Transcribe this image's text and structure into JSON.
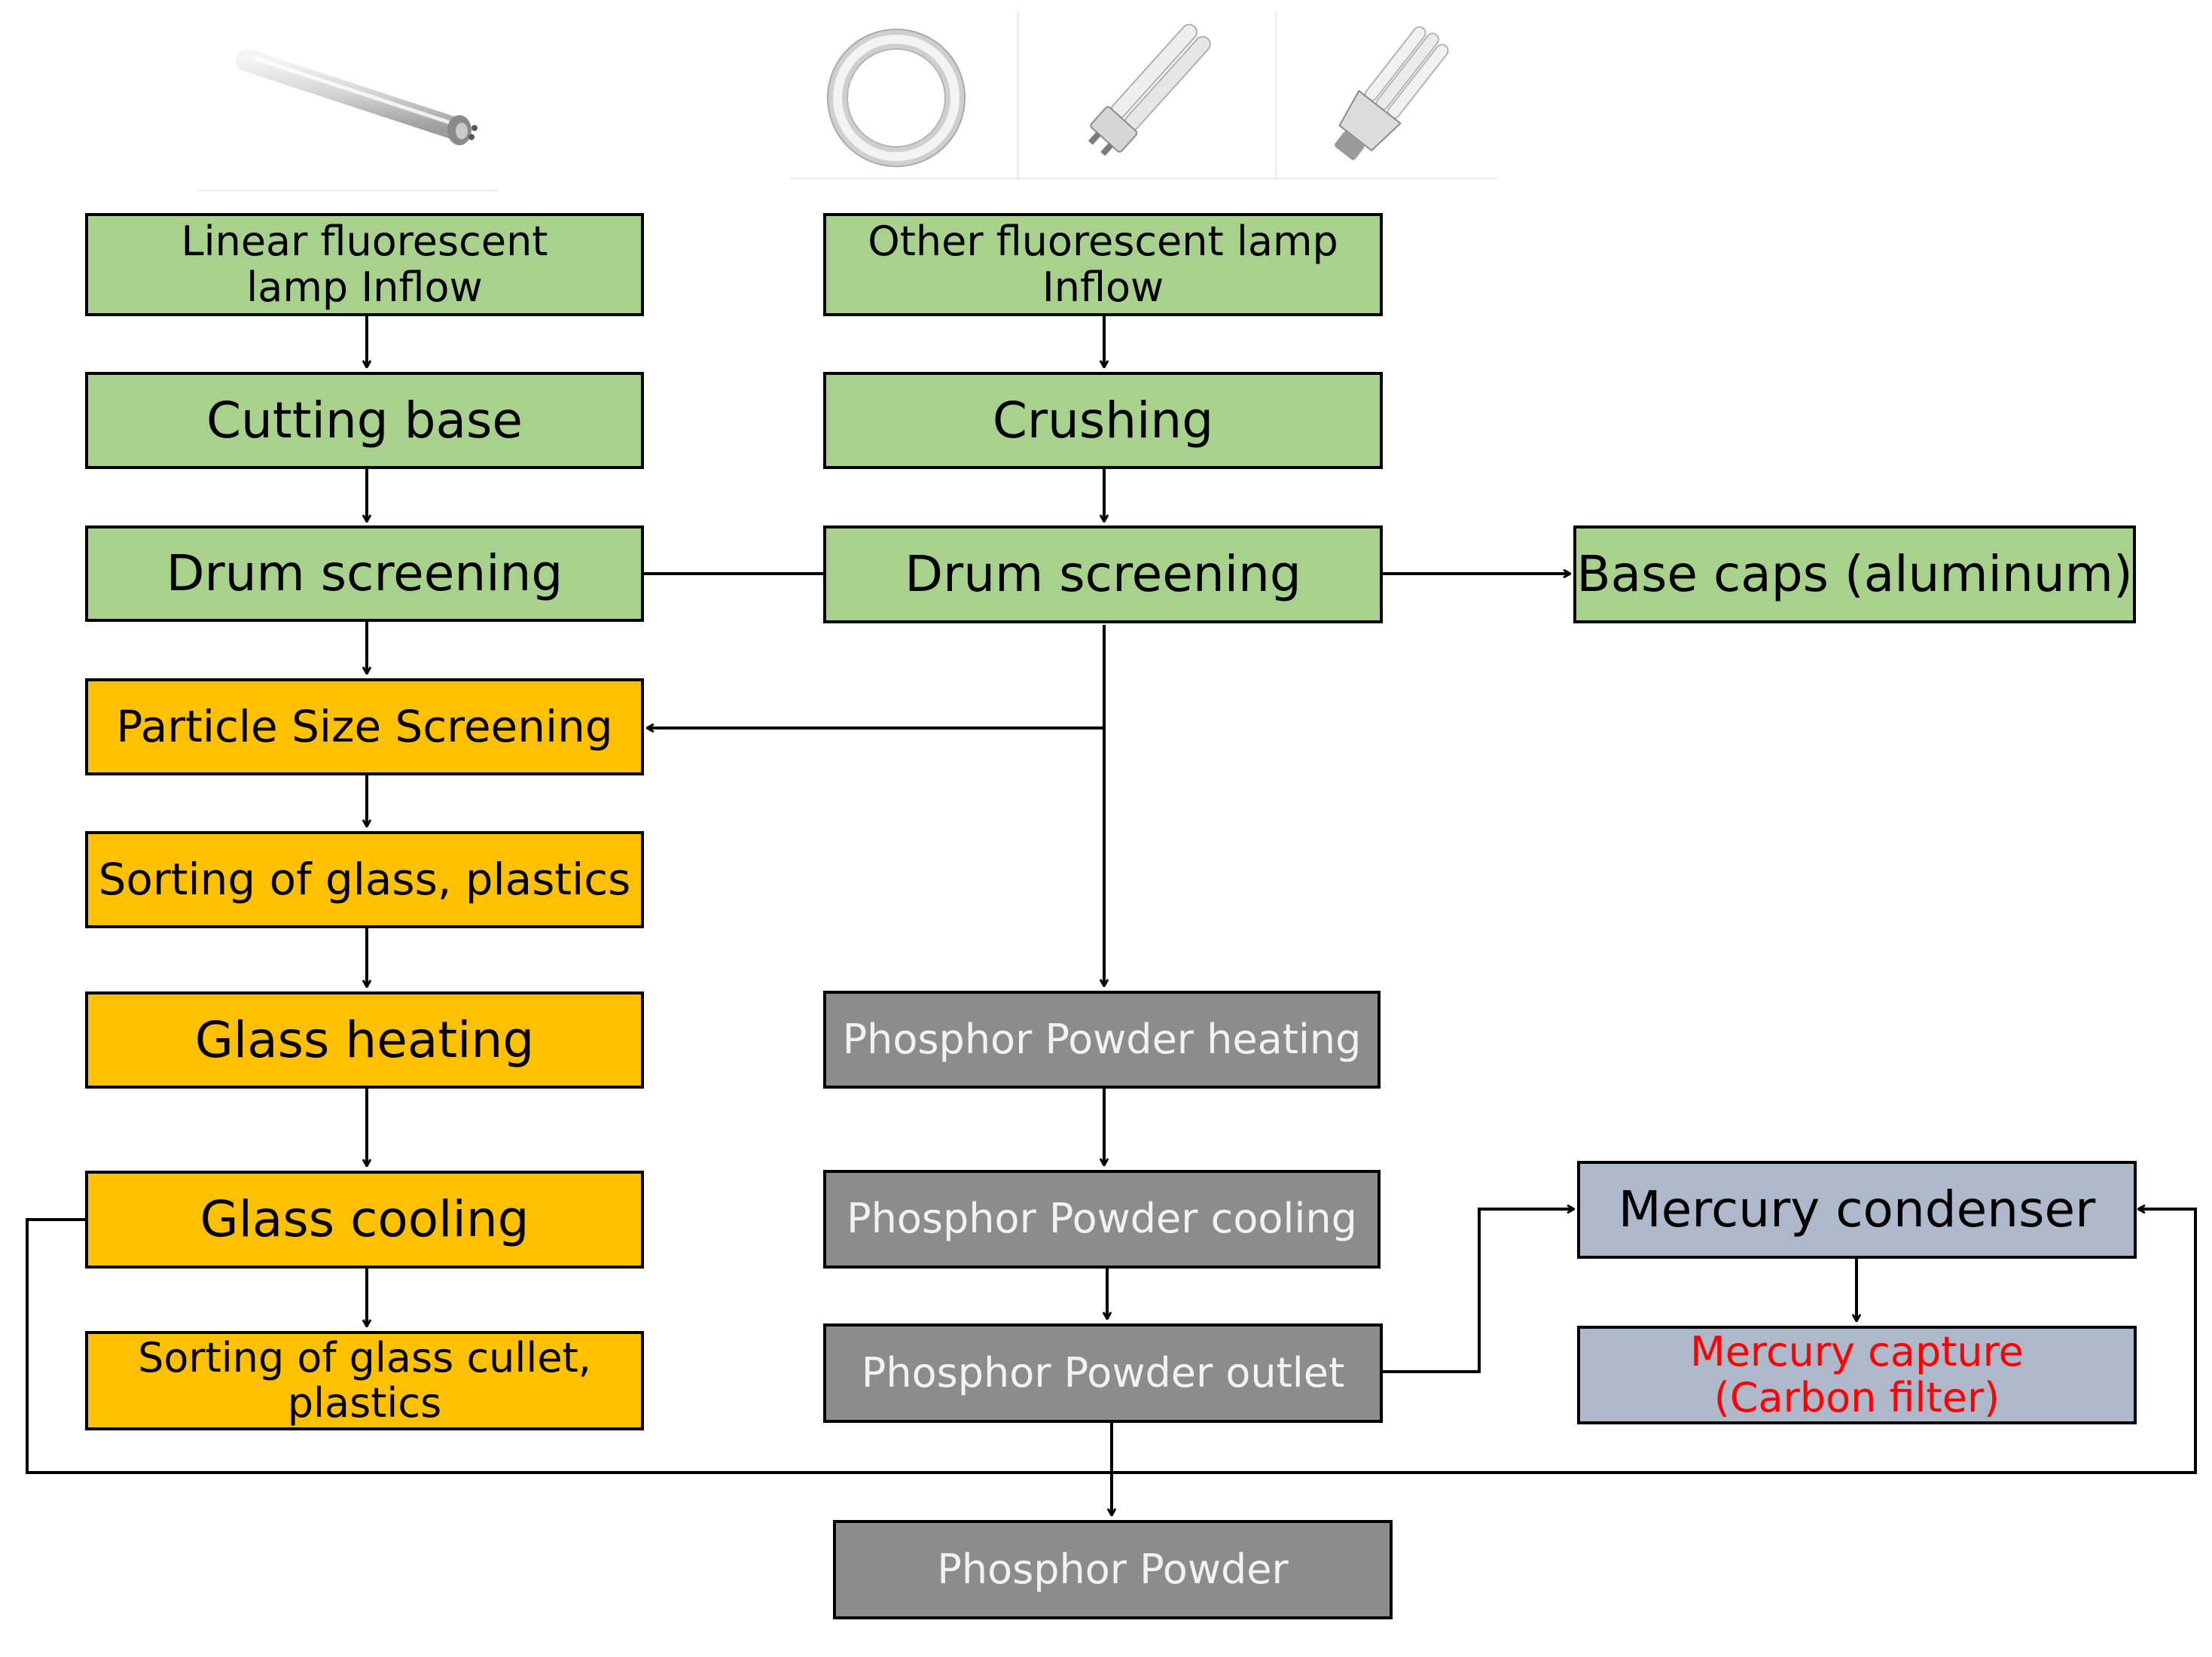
{
  "colors": {
    "green": "#a9d18e",
    "orange": "#ffc000",
    "gray": "#8c8c8c",
    "blue": "#adb9ca",
    "gray_text": "#f2f2f2",
    "red_text": "#ff0000"
  },
  "photos": {
    "linear": "linear-fluorescent-tube-photo",
    "circular": "circular-fluorescent-lamp-photo",
    "pl": "pl-compact-fluorescent-lamp-photo",
    "spiral": "u-shape-compact-fluorescent-lamp-photo"
  },
  "nodes": {
    "linear_inflow": "Linear fluorescent\nlamp Inflow",
    "other_inflow": "Other fluorescent lamp\nInflow",
    "cutting_base": "Cutting base",
    "crushing": "Crushing",
    "drum_screening_left": "Drum screening",
    "drum_screening_right": "Drum screening",
    "base_caps": "Base caps (aluminum)",
    "particle_size": "Particle Size Screening",
    "sorting_glass_plastics": "Sorting of glass, plastics",
    "glass_heating": "Glass heating",
    "glass_cooling": "Glass cooling",
    "sorting_cullet": "Sorting of glass cullet,\nplastics",
    "phosphor_heating": "Phosphor Powder heating",
    "phosphor_cooling": "Phosphor Powder cooling",
    "phosphor_outlet": "Phosphor Powder outlet",
    "phosphor_powder": "Phosphor Powder",
    "mercury_condenser": "Mercury condenser",
    "mercury_capture": "Mercury capture\n(Carbon filter)"
  }
}
